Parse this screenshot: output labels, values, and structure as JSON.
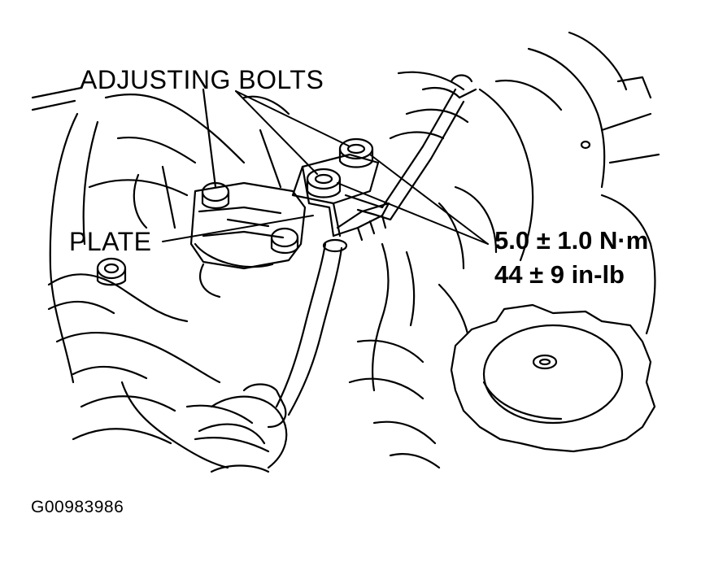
{
  "diagram": {
    "callouts": {
      "adjusting_bolts": "ADJUSTING BOLTS",
      "plate": "PLATE",
      "torque_nm": "5.0 ± 1.0 N·m",
      "torque_inlb": "44 ± 9 in-lb"
    },
    "figure_id": "G00983986",
    "line_color": "#000000",
    "background_color": "#ffffff"
  }
}
